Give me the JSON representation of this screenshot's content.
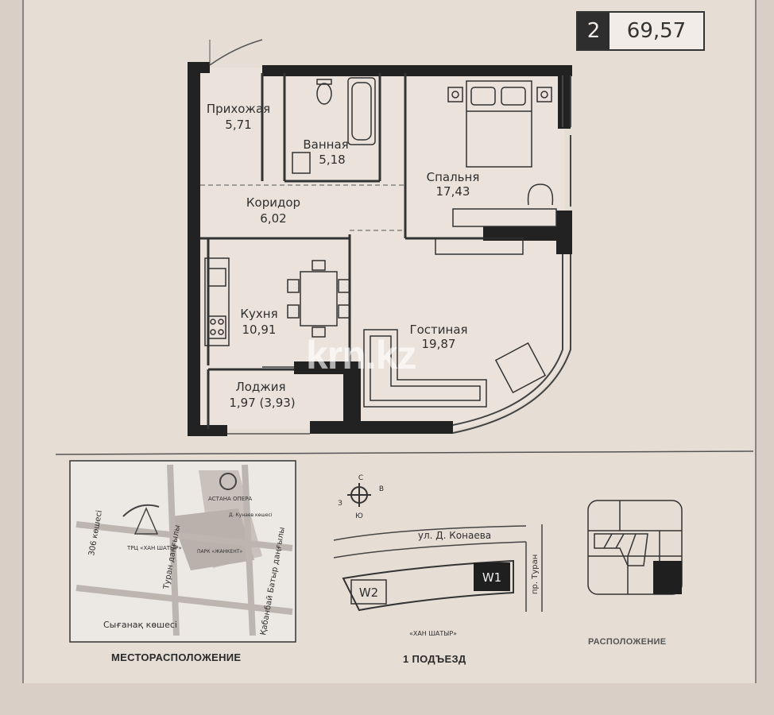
{
  "header": {
    "rooms": "2",
    "total_area": "69,57"
  },
  "rooms": {
    "hall": {
      "name": "Прихожая",
      "area": "5,71"
    },
    "bath": {
      "name": "Ванная",
      "area": "5,18"
    },
    "bedroom": {
      "name": "Спальня",
      "area": "17,43"
    },
    "corridor": {
      "name": "Коридор",
      "area": "6,02"
    },
    "kitchen": {
      "name": "Кухня",
      "area": "10,91"
    },
    "living": {
      "name": "Гостиная",
      "area": "19,87"
    },
    "loggia": {
      "name": "Лоджия",
      "area": "1,97 (3,93)"
    }
  },
  "watermark": "krn.kz",
  "location_map": {
    "caption": "МЕСТОРАСПОЛОЖЕНИЕ",
    "labels": {
      "street_306": "306 көшесі",
      "mall": "ТРЦ «ХАН ШАТЫР»",
      "opera": "АСТАНА ОПЕРА",
      "turan_ave": "Туран даңғылы",
      "park": "ПАРК «ЖАНКЕНТ»",
      "kabanbay": "Қабанбай Батыр даңғылы",
      "syganak": "Сығанақ көшесі",
      "street_konaev": "Д. Кунаев көшесі"
    }
  },
  "entrance_map": {
    "caption": "1 ПОДЪЕЗД",
    "compass": {
      "n": "С",
      "s": "Ю",
      "w": "З",
      "e": "В"
    },
    "street_top": "ул. Д. Конаева",
    "street_right": "пр. Туран",
    "block_w1": "W1",
    "block_w2": "W2",
    "bottom_label": "«ХАН ШАТЫР»"
  },
  "floor_position": {
    "caption": "РАСПОЛОЖЕНИЕ"
  }
}
